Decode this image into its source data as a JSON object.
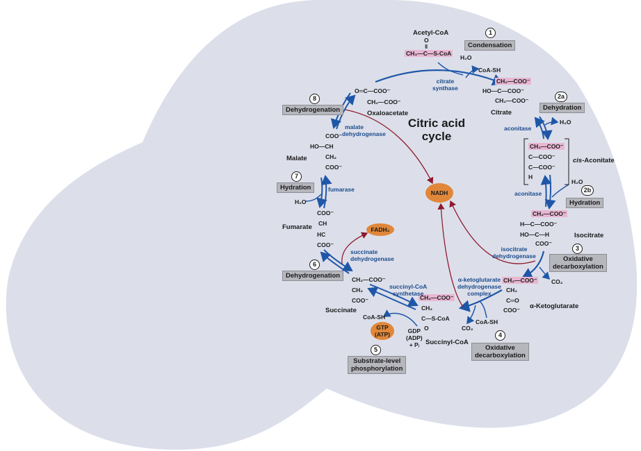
{
  "title_line1": "Citric acid",
  "title_line2": "cycle",
  "steps": {
    "s1": {
      "num": "1",
      "label": "Condensation"
    },
    "s2a": {
      "num": "2a",
      "label": "Dehydration"
    },
    "s2b": {
      "num": "2b",
      "label": "Hydration"
    },
    "s3": {
      "num": "3",
      "label_line1": "Oxidative",
      "label_line2": "decarboxylation"
    },
    "s4": {
      "num": "4",
      "label_line1": "Oxidative",
      "label_line2": "decarboxylation"
    },
    "s5": {
      "num": "5",
      "label_line1": "Substrate-level",
      "label_line2": "phosphorylation"
    },
    "s6": {
      "num": "6",
      "label": "Dehydrogenation"
    },
    "s7": {
      "num": "7",
      "label": "Hydration"
    },
    "s8": {
      "num": "8",
      "label": "Dehydrogenation"
    }
  },
  "molecules": {
    "acetyl_coa": "Acetyl-CoA",
    "citrate": "Citrate",
    "cis_aconitate_prefix": "cis",
    "cis_aconitate_suffix": "-Aconitate",
    "isocitrate": "Isocitrate",
    "ketoglutarate": "α-Ketoglutarate",
    "succinyl_coa": "Succinyl-CoA",
    "succinate": "Succinate",
    "fumarate": "Fumarate",
    "malate": "Malate",
    "oxaloacetate": "Oxaloacetate"
  },
  "enzymes": {
    "citrate_synthase_1": "citrate",
    "citrate_synthase_2": "synthase",
    "aconitase_top": "aconitase",
    "aconitase_bottom": "aconitase",
    "isocitrate_dh_1": "isocitrate",
    "isocitrate_dh_2": "dehydrogenase",
    "akg_dh_1": "α-ketoglutarate",
    "akg_dh_2": "dehydrogenase",
    "akg_dh_3": "complex",
    "succinyl_synthetase_1": "succinyl-CoA",
    "succinyl_synthetase_2": "synthetase",
    "succinate_dh_1": "succinate",
    "succinate_dh_2": "dehydrogenase",
    "fumarase": "fumarase",
    "malate_dh_1": "malate",
    "malate_dh_2": "dehydrogenase"
  },
  "cofactors": {
    "nadh": "NADH",
    "fadh2": "FADH₂",
    "gtp_1": "GTP",
    "gtp_2": "(ATP)",
    "h2o_1": "H₂O",
    "coa_sh_1": "CoA-SH",
    "h2o_2a": "H₂O",
    "h2o_2b": "H₂O",
    "co2_3": "CO₂",
    "co2_4": "CO₂",
    "coa_sh_4": "CoA-SH",
    "coa_sh_5": "CoA-SH",
    "gdp_1": "GDP",
    "gdp_2": "(ADP)",
    "gdp_3": "+ Pᵢ",
    "h2o_7": "H₂O"
  },
  "structures": {
    "acetyl": {
      "o": "O",
      "dbl": "‖",
      "main": "CH₃—C—S-CoA"
    },
    "citrate": {
      "l1": "CH₂—COO⁻",
      "l2": "HO—C—COO⁻",
      "l3": "CH₂—COO⁻"
    },
    "cis_aconitate": {
      "l1": "CH₂—COO⁻",
      "l2": "C—COO⁻",
      "l3": "C—COO⁻",
      "l4": "H"
    },
    "isocitrate": {
      "l1": "CH₂—COO⁻",
      "l2": "H—C—COO⁻",
      "l3": "HO—C—H",
      "l4": "COO⁻"
    },
    "ketoglutarate": {
      "l1": "CH₂—COO⁻",
      "l2": "CH₂",
      "l3": "C═O",
      "l4": "COO⁻"
    },
    "succinyl_coa": {
      "l1": "CH₂—COO⁻",
      "l2": "CH₂",
      "l3": "C—S-CoA",
      "l4": "O"
    },
    "succinate": {
      "l1": "CH₂—COO⁻",
      "l2": "CH₂",
      "l3": "COO⁻"
    },
    "fumarate": {
      "l1": "COO⁻",
      "l2": "CH",
      "l3": "HC",
      "l4": "COO⁻"
    },
    "malate": {
      "l1": "COO⁻",
      "l2": "HO—CH",
      "l3": "CH₂",
      "l4": "COO⁻"
    },
    "oxaloacetate": {
      "l1": "O═C—COO⁻",
      "l2": "CH₂—COO⁻"
    }
  },
  "colors": {
    "blob": "#dcdfea",
    "arrow_blue": "#1f57a8",
    "arrow_red": "#8e1a2c",
    "highlight_pink": "#e8b6d2",
    "oval_orange": "#e0873a",
    "label_box": "#b6b6bd"
  }
}
